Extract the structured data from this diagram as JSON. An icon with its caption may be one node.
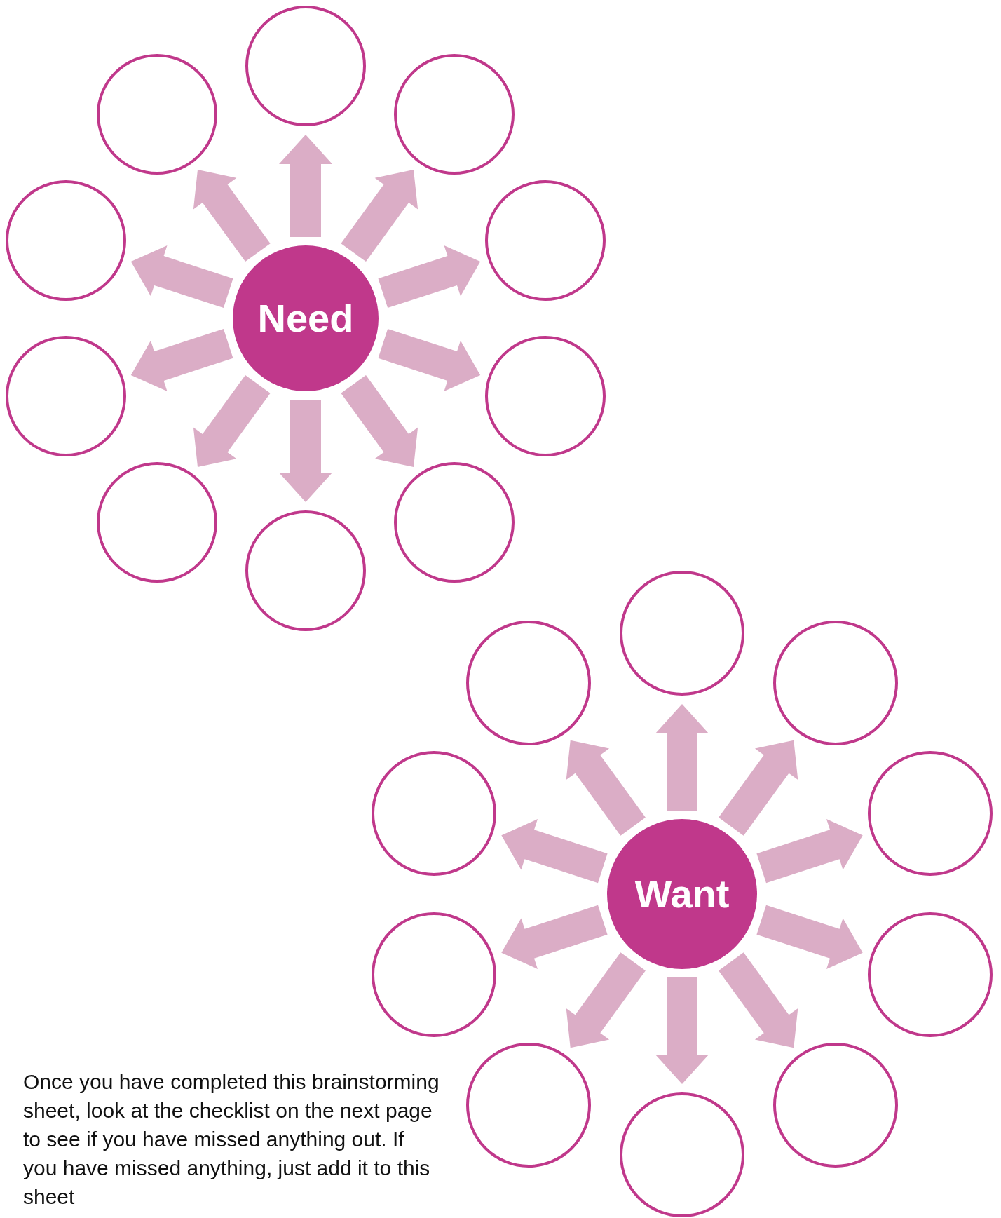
{
  "diagram": {
    "nodes": [
      {
        "text": [
          "Need"
        ]
      },
      {
        "text": [],
        "shape": "circle"
      },
      {
        "text": [],
        "shape": "circle"
      },
      {
        "text": [],
        "shape": "circle"
      },
      {
        "text": [],
        "shape": "circle"
      },
      {
        "text": [],
        "shape": "circle"
      },
      {
        "text": [],
        "shape": "circle"
      },
      {
        "text": [],
        "shape": "circle"
      },
      {
        "text": [],
        "shape": "circle"
      },
      {
        "text": [],
        "shape": "circle"
      },
      {
        "text": [],
        "shape": "circle"
      },
      {
        "text": [
          "Want"
        ]
      },
      {
        "text": [],
        "shape": "circle"
      },
      {
        "text": [],
        "shape": "circle"
      },
      {
        "text": [],
        "shape": "circle"
      },
      {
        "text": [],
        "shape": "circle"
      },
      {
        "text": [],
        "shape": "circle"
      },
      {
        "text": [],
        "shape": "circle"
      },
      {
        "text": [],
        "shape": "circle"
      },
      {
        "text": [],
        "shape": "circle"
      },
      {
        "text": [],
        "shape": "circle"
      },
      {
        "text": [],
        "shape": "circle"
      }
    ],
    "edges": [
      {
        "from": 0,
        "to": 1,
        "arrow": "to"
      },
      {
        "from": 0,
        "to": 2,
        "arrow": "to"
      },
      {
        "from": 0,
        "to": 3,
        "arrow": "to"
      },
      {
        "from": 0,
        "to": 4,
        "arrow": "to"
      },
      {
        "from": 0,
        "to": 5,
        "arrow": "to"
      },
      {
        "from": 0,
        "to": 6,
        "arrow": "to"
      },
      {
        "from": 0,
        "to": 7,
        "arrow": "to"
      },
      {
        "from": 0,
        "to": 8,
        "arrow": "to"
      },
      {
        "from": 0,
        "to": 9,
        "arrow": "to"
      },
      {
        "from": 0,
        "to": 10,
        "arrow": "to"
      },
      {
        "from": 11,
        "to": 12,
        "arrow": "to"
      },
      {
        "from": 11,
        "to": 13,
        "arrow": "to"
      },
      {
        "from": 11,
        "to": 14,
        "arrow": "to"
      },
      {
        "from": 11,
        "to": 15,
        "arrow": "to"
      },
      {
        "from": 11,
        "to": 16,
        "arrow": "to"
      },
      {
        "from": 11,
        "to": 17,
        "arrow": "to"
      },
      {
        "from": 11,
        "to": 18,
        "arrow": "to"
      },
      {
        "from": 11,
        "to": 19,
        "arrow": "to"
      },
      {
        "from": 11,
        "to": 20,
        "arrow": "to"
      },
      {
        "from": 11,
        "to": 21,
        "arrow": "to"
      }
    ],
    "labels": [
      "Once you have completed this brainstorming sheet, look at the checklist on the next page to see if you have missed anything out. If you have missed anything, just add it to this sheet"
    ]
  }
}
